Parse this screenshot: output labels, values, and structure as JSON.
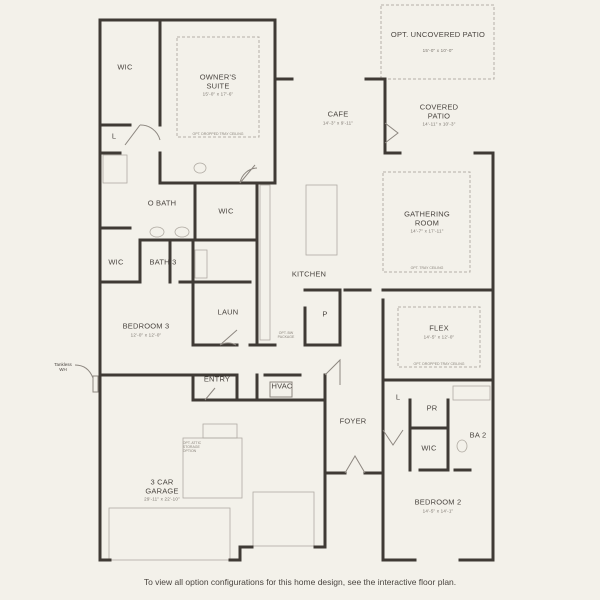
{
  "rooms": [
    {
      "id": "opt-uncovered-patio",
      "name": "OPT. UNCOVERED PATIO",
      "dims": "15'-0\" x 10'-0\""
    },
    {
      "id": "owners-suite",
      "name": "OWNER'S\nSUITE",
      "dims": "15'-0\" x 17'-6\""
    },
    {
      "id": "cafe",
      "name": "CAFE",
      "dims": "14'-3\" x 9'-11\""
    },
    {
      "id": "covered-patio",
      "name": "COVERED\nPATIO",
      "dims": "14'-11\" x 10'-3\""
    },
    {
      "id": "wic-owner",
      "name": "WIC",
      "dims": ""
    },
    {
      "id": "linen",
      "name": "L",
      "dims": ""
    },
    {
      "id": "o-bath",
      "name": "O BATH",
      "dims": ""
    },
    {
      "id": "wic-obath",
      "name": "WIC",
      "dims": ""
    },
    {
      "id": "gathering-room",
      "name": "GATHERING\nROOM",
      "dims": "14'-7\" x 17'-11\""
    },
    {
      "id": "wic-bed3",
      "name": "WIC",
      "dims": ""
    },
    {
      "id": "bath-3",
      "name": "BATH 3",
      "dims": ""
    },
    {
      "id": "kitchen",
      "name": "KITCHEN",
      "dims": ""
    },
    {
      "id": "laun",
      "name": "LAUN",
      "dims": ""
    },
    {
      "id": "pantry",
      "name": "P",
      "dims": ""
    },
    {
      "id": "bedroom-3",
      "name": "BEDROOM 3",
      "dims": "12'-0\" x 12'-0\""
    },
    {
      "id": "flex",
      "name": "FLEX",
      "dims": "14'-5\" x 12'-0\""
    },
    {
      "id": "entry",
      "name": "ENTRY",
      "dims": ""
    },
    {
      "id": "hvac",
      "name": "HVAC",
      "dims": ""
    },
    {
      "id": "foyer",
      "name": "FOYER",
      "dims": ""
    },
    {
      "id": "linen-2",
      "name": "L",
      "dims": ""
    },
    {
      "id": "pr",
      "name": "PR",
      "dims": ""
    },
    {
      "id": "ba-2",
      "name": "BA 2",
      "dims": ""
    },
    {
      "id": "wic-bed2",
      "name": "WIC",
      "dims": ""
    },
    {
      "id": "garage",
      "name": "3 CAR\nGARAGE",
      "dims": "29'-11\" x 22'-10\""
    },
    {
      "id": "bedroom-2",
      "name": "BEDROOM 2",
      "dims": "14'-5\" x 14'-1\""
    }
  ],
  "notes": {
    "owners_ceiling": "OPT. DROPPED TRAY CEILING",
    "gathering_ceiling": "OPT. TRAY CEILING",
    "flex_ceiling": "OPT. DROPPED TRAY CEILING",
    "attic": "OPT. ATTIC\nSTORAGE\nOPTION",
    "kitchen_option": "OPT. BW\nPACKAGE",
    "tankless": "Tankless\nWH"
  },
  "footer": "To view all option configurations for this home design, see the interactive floor plan.",
  "colors": {
    "background": "#f3f1ea",
    "wall": "#3f3a35",
    "text": "#4a4540"
  }
}
